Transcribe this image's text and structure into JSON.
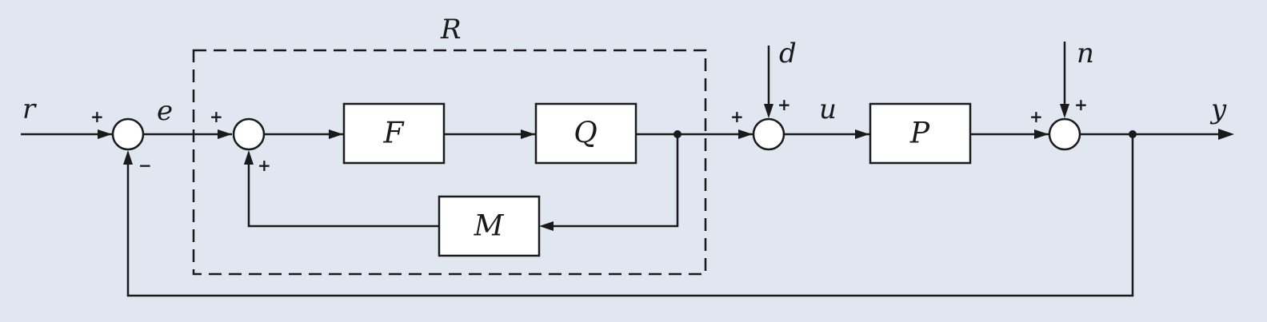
{
  "colors": {
    "background": "#e1e7f0",
    "line": "#1a1a1a",
    "block_fill": "#ffffff"
  },
  "blocks": {
    "F": "F",
    "Q": "Q",
    "M": "M",
    "P": "P"
  },
  "groups": {
    "R": "R"
  },
  "signals": {
    "r": "r",
    "e": "e",
    "d": "d",
    "u": "u",
    "n": "n",
    "y": "y"
  },
  "signs": {
    "sum1_in": "+",
    "sum1_fb": "−",
    "sum2_in": "+",
    "sum2_fb": "+",
    "sum3_in": "+",
    "sum3_dist": "+",
    "sum4_in": "+",
    "sum4_noise": "+"
  }
}
